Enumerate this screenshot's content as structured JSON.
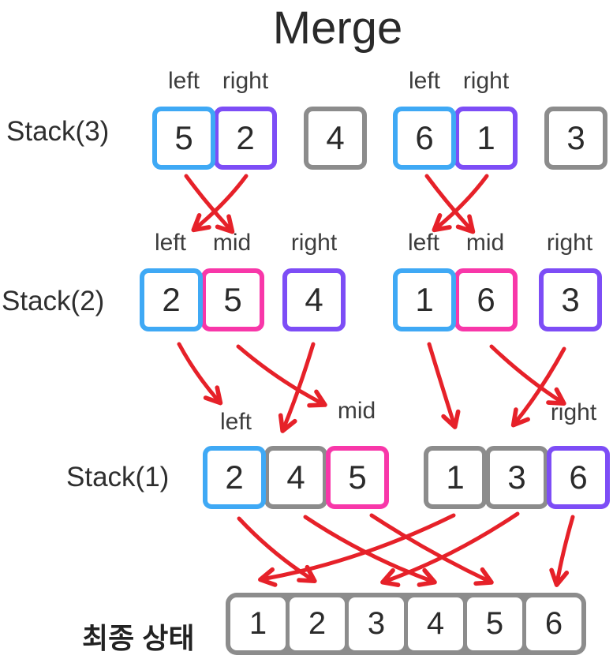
{
  "title": "Merge",
  "labels": {
    "left": "left",
    "mid": "mid",
    "right": "right"
  },
  "stacks": [
    {
      "label": "Stack(3)",
      "groups": [
        {
          "cells": [
            {
              "v": "5",
              "role": "left"
            },
            {
              "v": "2",
              "role": "right"
            }
          ]
        },
        {
          "cells": [
            {
              "v": "4",
              "role": "plain"
            }
          ]
        },
        {
          "cells": [
            {
              "v": "6",
              "role": "left"
            },
            {
              "v": "1",
              "role": "right"
            }
          ]
        },
        {
          "cells": [
            {
              "v": "3",
              "role": "plain"
            }
          ]
        }
      ]
    },
    {
      "label": "Stack(2)",
      "groups": [
        {
          "cells": [
            {
              "v": "2",
              "role": "left"
            },
            {
              "v": "5",
              "role": "mid"
            }
          ]
        },
        {
          "cells": [
            {
              "v": "4",
              "role": "right"
            }
          ]
        },
        {
          "cells": [
            {
              "v": "1",
              "role": "left"
            },
            {
              "v": "6",
              "role": "mid"
            }
          ]
        },
        {
          "cells": [
            {
              "v": "3",
              "role": "right"
            }
          ]
        }
      ]
    },
    {
      "label": "Stack(1)",
      "groups": [
        {
          "cells": [
            {
              "v": "2",
              "role": "left"
            },
            {
              "v": "4",
              "role": "plain"
            },
            {
              "v": "5",
              "role": "mid"
            }
          ]
        },
        {
          "cells": [
            {
              "v": "1",
              "role": "plain"
            },
            {
              "v": "3",
              "role": "plain"
            },
            {
              "v": "6",
              "role": "right"
            }
          ]
        }
      ]
    }
  ],
  "final": {
    "label": "최종 상태",
    "values": [
      "1",
      "2",
      "3",
      "4",
      "5",
      "6"
    ]
  },
  "colors": {
    "left_border": "#3FA9F5",
    "mid_border": "#F837A9",
    "right_border": "#7D4DF6",
    "plain_border": "#8C8C8C",
    "arrow": "#E62129",
    "text": "#2B2B2B"
  },
  "arrows": {
    "stack3_to_stack2": [
      {
        "from": "5",
        "to": "mid"
      },
      {
        "from": "2",
        "to": "left"
      },
      {
        "from": "6",
        "to": "mid"
      },
      {
        "from": "1",
        "to": "left"
      }
    ],
    "stack2_to_stack1": [
      {
        "from": "2",
        "to": "slot1"
      },
      {
        "from": "5",
        "to": "slot3"
      },
      {
        "from": "4",
        "to": "slot2"
      },
      {
        "from": "1",
        "to": "slot1"
      },
      {
        "from": "6",
        "to": "slot3"
      },
      {
        "from": "3",
        "to": "slot2"
      }
    ],
    "stack1_to_final": [
      {
        "from": "2",
        "to": "2"
      },
      {
        "from": "4",
        "to": "4"
      },
      {
        "from": "5",
        "to": "5"
      },
      {
        "from": "1",
        "to": "1"
      },
      {
        "from": "3",
        "to": "3"
      },
      {
        "from": "6",
        "to": "6"
      }
    ]
  }
}
